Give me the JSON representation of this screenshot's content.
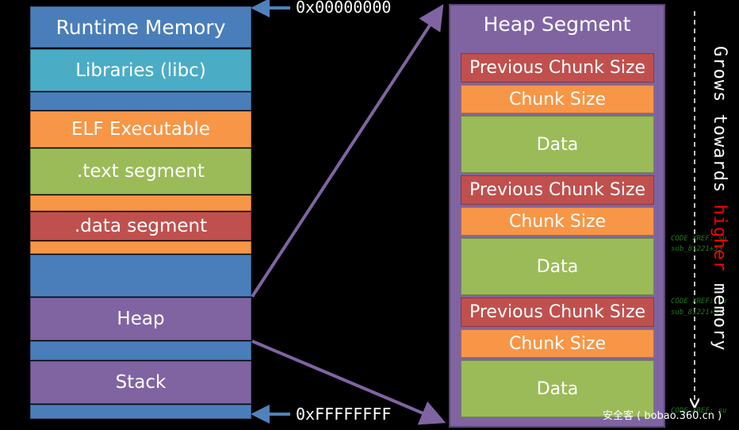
{
  "colors": {
    "blue": "#4a7ebb",
    "blue_border": "#385d8a",
    "cyan": "#4bacc6",
    "orange": "#f79646",
    "green": "#9bbb59",
    "red": "#c0504d",
    "purple": "#8064a2",
    "arrow_purple": "#8064a2",
    "arrow_blue": "#4f81bd",
    "highlight": "#ff0000"
  },
  "runtime_memory": {
    "title": "Runtime Memory",
    "libraries": "Libraries (libc)",
    "elf": "ELF Executable",
    "text_segment": ".text segment",
    "data_segment": ".data segment",
    "heap": "Heap",
    "stack": "Stack"
  },
  "addresses": {
    "low": "0x00000000",
    "high": "0xFFFFFFFF"
  },
  "heap_segment": {
    "title": "Heap Segment",
    "chunks": [
      {
        "prev_size": "Previous Chunk Size",
        "size": "Chunk Size",
        "data": "Data"
      },
      {
        "prev_size": "Previous Chunk Size",
        "size": "Chunk Size",
        "data": "Data"
      },
      {
        "prev_size": "Previous Chunk Size",
        "size": "Chunk Size",
        "data": "Data"
      }
    ]
  },
  "growth": {
    "prefix": "Grows towards ",
    "highlight": "higher",
    "suffix": " memory"
  },
  "background_code": [
    "CODE XREF: su",
    "sub_81221+53",
    "CODE XREF: su",
    "sub_81221+53",
    "CODE XREF: su"
  ],
  "watermark": "安全客 ( bobao.360.cn )"
}
